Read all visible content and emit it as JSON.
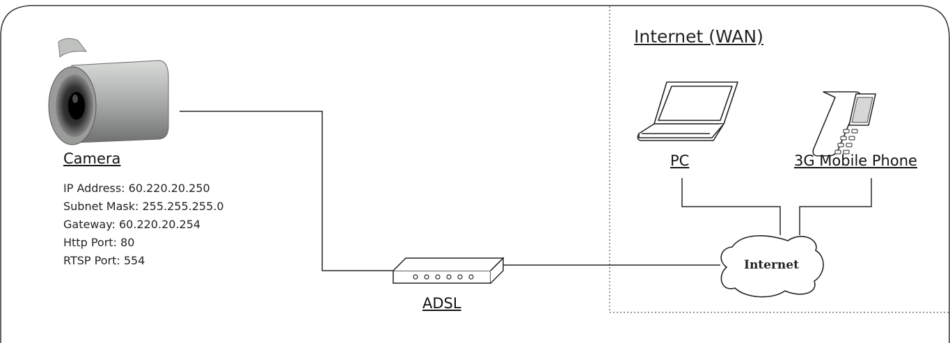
{
  "wan_label": "Internet (WAN)",
  "camera": {
    "label": "Camera",
    "details": [
      "IP Address: 60.220.20.250",
      "Subnet Mask: 255.255.255.0",
      "Gateway: 60.220.20.254",
      "Http Port: 80",
      "RTSP Port: 554"
    ]
  },
  "adsl_label": "ADSL",
  "pc_label": "PC",
  "phone_label": "3G Mobile Phone",
  "cloud_label": "Internet"
}
